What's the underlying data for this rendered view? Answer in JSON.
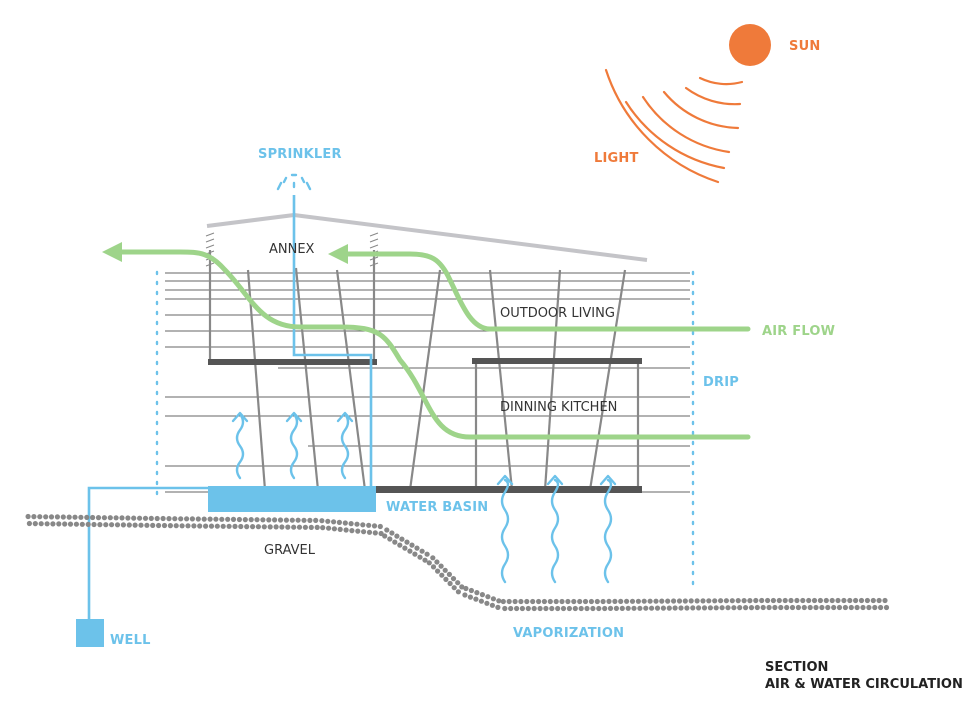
{
  "labels": {
    "sun": "SUN",
    "light": "LIGHT",
    "sprinkler": "SPRINKLER",
    "annex": "ANNEX",
    "outdoor_living": "OUTDOOR LIVING",
    "air_flow": "AIR FLOW",
    "drip": "DRIP",
    "dinning_kitchen": "DINNING KITCHEN",
    "water_basin": "WATER BASIN",
    "gravel": "GRAVEL",
    "well": "WELL",
    "vaporization": "VAPORIZATION"
  },
  "caption": {
    "line1": "SECTION",
    "line2": "AIR & WATER CIRCULATION"
  },
  "colors": {
    "sun": "#ef7a3a",
    "water": "#6cc2ea",
    "air": "#9ed48a",
    "structure": "#555555",
    "roof": "#c4c4c8",
    "ground": "#888888",
    "text": "#333333"
  },
  "icons": [
    "sun-icon",
    "sprinkler-icon",
    "well-icon",
    "vapor-arrow-icon",
    "air-flow-arrow-icon"
  ]
}
